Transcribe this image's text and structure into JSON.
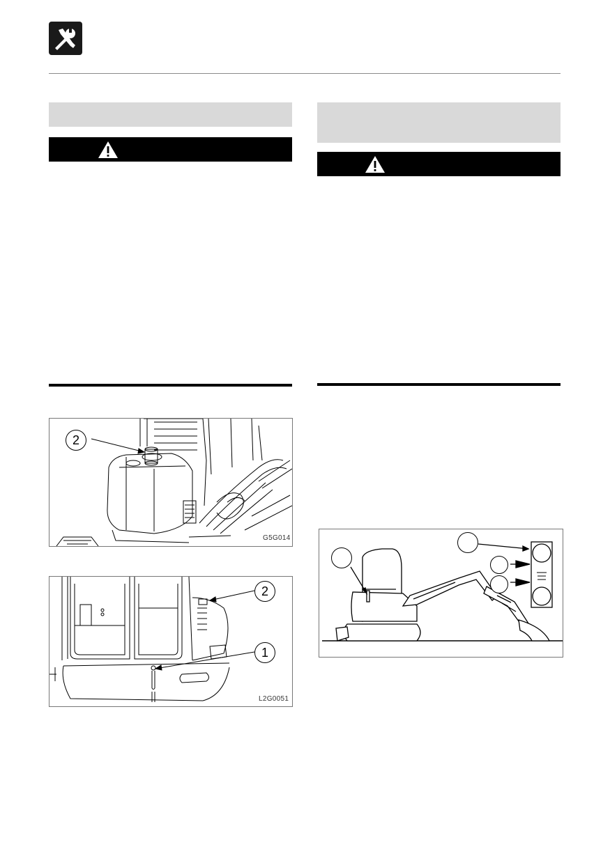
{
  "figures": {
    "top_left": {
      "code": "G5G014",
      "callout_1": "2"
    },
    "bottom_left": {
      "code": "L2G0051",
      "callout_1": "2",
      "callout_2": "1"
    }
  },
  "icons": {
    "header": "wrench-screwdriver-icon",
    "warning": "warning-triangle-icon"
  },
  "colors": {
    "band": "#d9d9d9",
    "warning_bar": "#000000"
  }
}
